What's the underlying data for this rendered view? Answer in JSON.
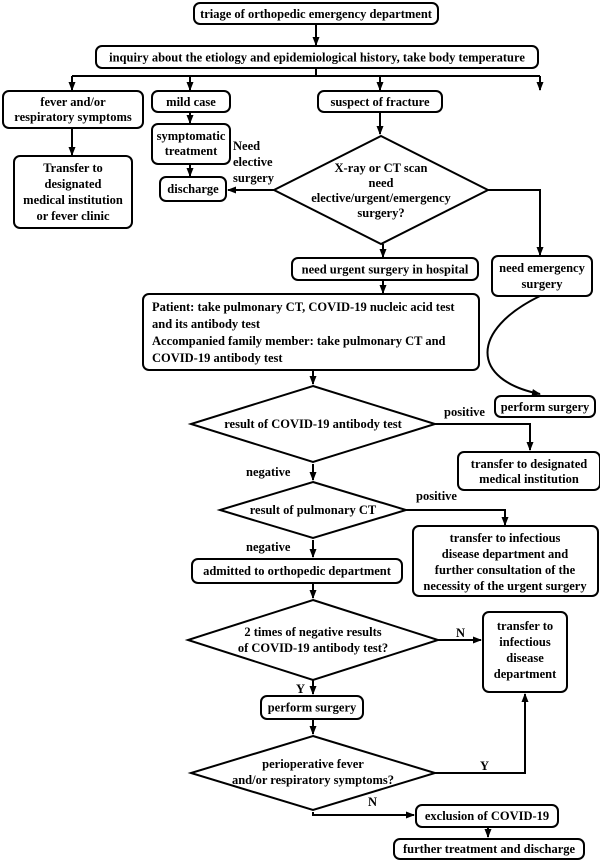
{
  "nodes": {
    "triage": "triage of orthopedic emergency department",
    "inquiry": "inquiry about the etiology and epidemiological history, take body temperature",
    "fever": [
      "fever and/or",
      "respiratory symptoms"
    ],
    "mild": "mild case",
    "suspect": "suspect of fracture",
    "transfer_fever": [
      "Transfer to",
      "designated",
      "medical institution",
      "or fever clinic"
    ],
    "symptomatic": [
      "symptomatic",
      "treatment"
    ],
    "discharge": "discharge",
    "xray": [
      "X-ray or CT scan",
      "need",
      "elective/urgent/emergency",
      "surgery?"
    ],
    "urgent": "need urgent surgery in hospital",
    "emergency": [
      "need emergency",
      "surgery"
    ],
    "patient_tests": [
      "Patient: take pulmonary CT, COVID-19 nucleic acid test",
      "and its antibody test",
      "Accompanied family member: take pulmonary CT and",
      "COVID-19 antibody test"
    ],
    "perform1": "perform surgery",
    "antibody_result": "result of COVID-19 antibody test",
    "transfer_designated": [
      "transfer to designated",
      "medical institution"
    ],
    "ct_result": "result of pulmonary CT",
    "transfer_infectious1": [
      "transfer to infectious",
      "disease department and",
      "further consultation of the",
      "necessity of the urgent surgery"
    ],
    "admitted": "admitted to orthopedic department",
    "two_times": [
      "2 times of negative results",
      "of COVID-19 antibody test?"
    ],
    "transfer_infectious2": [
      "transfer to",
      "infectious",
      "disease",
      "department"
    ],
    "perform2": "perform surgery",
    "periop": [
      "perioperative fever",
      "and/or respiratory symptoms?"
    ],
    "exclusion": "exclusion of COVID-19",
    "further": "further treatment and discharge"
  },
  "edge_labels": {
    "elective": [
      "Need",
      "elective",
      "surgery"
    ],
    "positive1": "positive",
    "negative1": "negative",
    "positive2": "positive",
    "negative2": "negative",
    "n1": "N",
    "y1": "Y",
    "y2": "Y",
    "n2": "N"
  }
}
